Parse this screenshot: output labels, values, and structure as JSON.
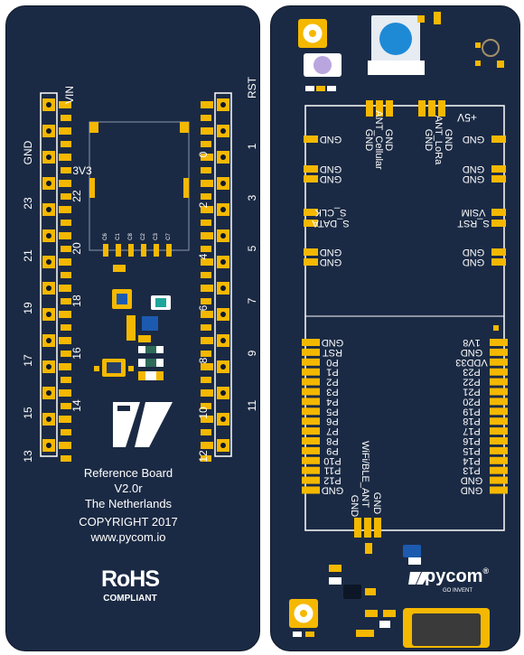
{
  "colors": {
    "board": "#1b2a44",
    "pad": "#f5b800",
    "silk": "#ffffff",
    "copper_dark": "#0f1a2c"
  },
  "left_board": {
    "left_pin_labels": [
      "VIN",
      "GND",
      "3V3",
      "23",
      "22",
      "21",
      "20",
      "19",
      "18",
      "17",
      "16",
      "15",
      "14",
      "13"
    ],
    "right_pin_labels": [
      "RST",
      "0",
      "1",
      "2",
      "3",
      "4",
      "5",
      "6",
      "7",
      "8",
      "9",
      "10",
      "11",
      "12"
    ],
    "module_pin_labels": [
      "C6",
      "C1",
      "C8",
      "C2",
      "C3",
      "C7"
    ],
    "info": {
      "title": "Reference Board",
      "version": "V2.0r",
      "origin": "The Netherlands",
      "copyright": "COPYRIGHT  2017",
      "website": "www.pycom.io"
    },
    "rohs": {
      "mark": "RoHS",
      "caption": "COMPLIANT"
    }
  },
  "right_board": {
    "top_connector_left": [
      "GND",
      "ANT_Cellular",
      "GND"
    ],
    "top_connector_right": [
      "GND",
      "ANT_LoRa",
      "GND"
    ],
    "plus5v": "+5V",
    "left_pads": [
      "GND",
      "GND",
      "GND",
      "S_CLK",
      "S_DATA",
      "GND",
      "GND"
    ],
    "right_pads": [
      "GND",
      "GND",
      "GND",
      "VSIM",
      "S_RST",
      "GND",
      "GND"
    ],
    "left_header": [
      "GND",
      "RST",
      "P0",
      "P1",
      "P2",
      "P3",
      "P4",
      "P5",
      "P6",
      "P7",
      "P8",
      "P9",
      "P10",
      "P11",
      "P12",
      "GND"
    ],
    "right_header": [
      "1V8",
      "GND",
      "VDD33",
      "P23",
      "P22",
      "P21",
      "P20",
      "P19",
      "P18",
      "P17",
      "P16",
      "P15",
      "P14",
      "P13",
      "GND",
      "GND"
    ],
    "bottom_connector": [
      "GND",
      "WiFi/BLE_ANT",
      "GND"
    ],
    "brand": {
      "name": "pycom",
      "registered": "®",
      "tagline": "GO INVENT"
    }
  }
}
